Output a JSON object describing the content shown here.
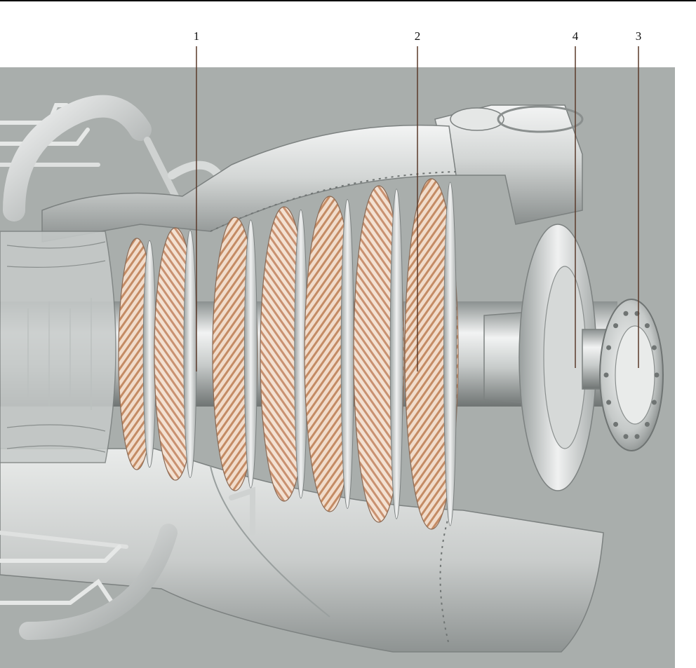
{
  "figure": {
    "background_color": "#a9aeac",
    "callouts": [
      {
        "number": "1"
      },
      {
        "number": "2"
      },
      {
        "number": "4"
      },
      {
        "number": "3"
      }
    ],
    "colors": {
      "blade": "#c8946f",
      "metal_light": "#eceeed",
      "metal_mid": "#c4c8c7",
      "metal_dark": "#7c8180",
      "leader_line": "#5a3a2a"
    }
  }
}
